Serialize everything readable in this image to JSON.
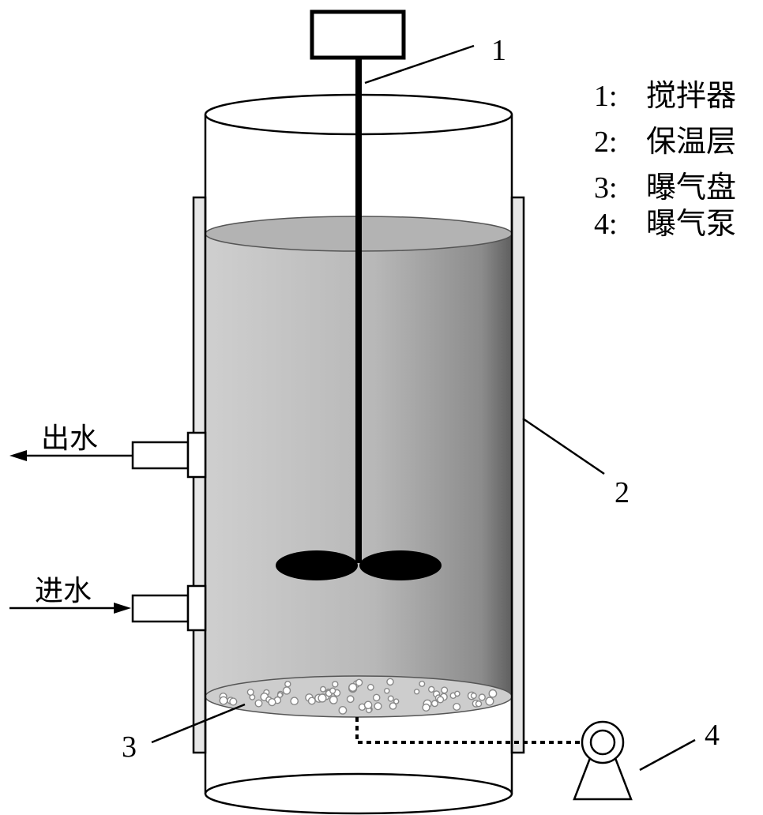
{
  "diagram": {
    "labels": {
      "stirrer_num": "1",
      "insulation_num": "2",
      "aeration_disc_num": "3",
      "aeration_pump_num": "4"
    },
    "legend": [
      {
        "num": "1:",
        "text": "搅拌器"
      },
      {
        "num": "2:",
        "text": "保温层"
      },
      {
        "num": "3:",
        "text": "曝气盘"
      },
      {
        "num": "4:",
        "text": "曝气泵"
      }
    ],
    "flows": {
      "outlet": "出水",
      "inlet": "进水"
    }
  }
}
